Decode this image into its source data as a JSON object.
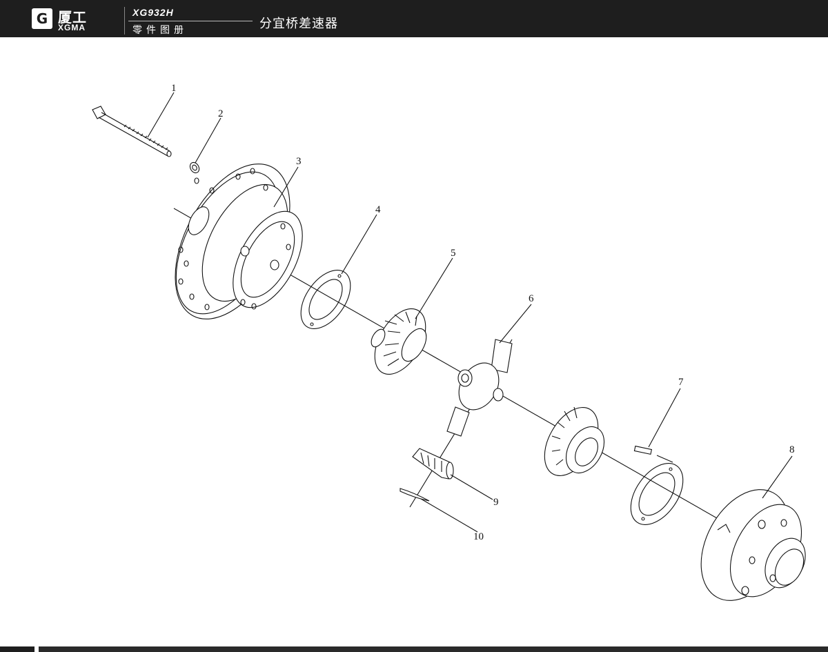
{
  "header": {
    "logo_letter": "G",
    "brand_cn": "厦工",
    "brand_en": "XGMA",
    "model": "XG932H",
    "catalog": "零件图册",
    "title": "分宜桥差速器"
  },
  "callouts": [
    "1",
    "2",
    "3",
    "4",
    "5",
    "6",
    "7",
    "8",
    "9",
    "10"
  ],
  "parts": [
    {
      "ref": "1",
      "icon": "bolt-icon"
    },
    {
      "ref": "2",
      "icon": "washer-icon"
    },
    {
      "ref": "3",
      "icon": "differential-case-left-icon"
    },
    {
      "ref": "4",
      "icon": "thrust-washer-icon"
    },
    {
      "ref": "5",
      "icon": "side-gear-icon"
    },
    {
      "ref": "6",
      "icon": "cross-shaft-icon"
    },
    {
      "ref": "7",
      "icon": "pin-icon"
    },
    {
      "ref": "8",
      "icon": "differential-case-right-icon"
    },
    {
      "ref": "9",
      "icon": "planet-gear-icon"
    },
    {
      "ref": "10",
      "icon": "spherical-washer-icon"
    }
  ],
  "colors": {
    "header_bg": "#1e1e1e",
    "line": "#111111"
  }
}
